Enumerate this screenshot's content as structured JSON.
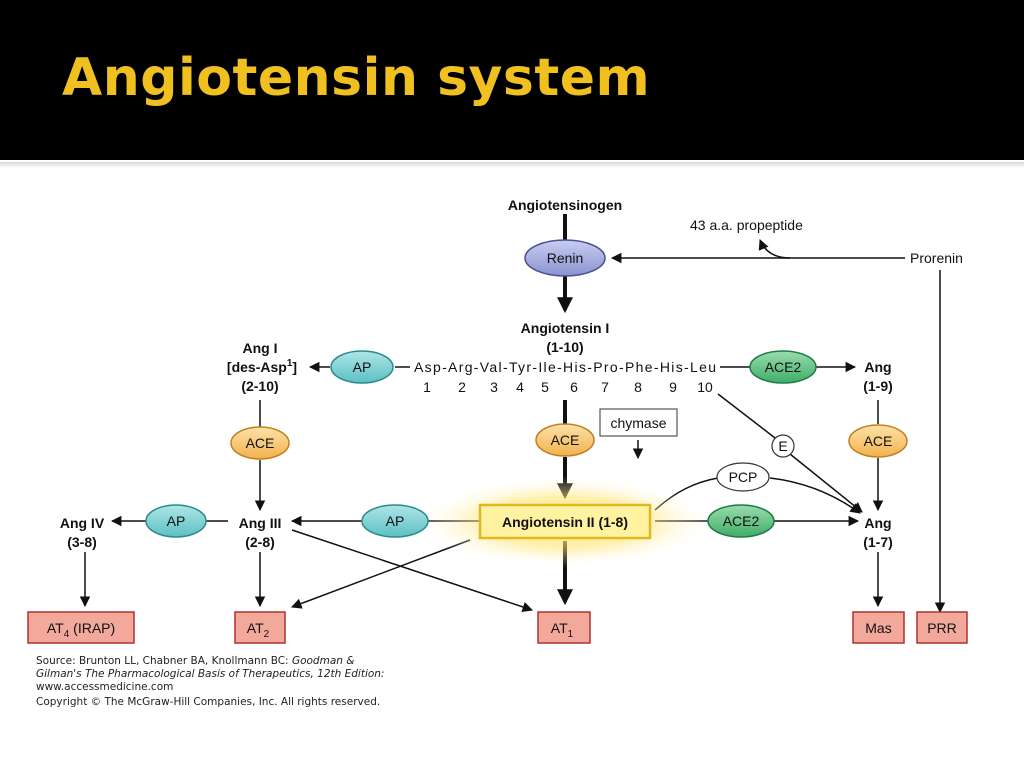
{
  "slide": {
    "title": "Angiotensin system"
  },
  "diagram": {
    "nodes": {
      "angiotensinogen": "Angiotensinogen",
      "propeptide": "43 a.a. propeptide",
      "prorenin": "Prorenin",
      "angiotensin_i": "Angiotensin I",
      "angiotensin_i_range": "(1-10)",
      "sequence": "Asp-Arg-Val-Tyr-Ile-His-Pro-Phe-His-Leu",
      "positions": [
        "1",
        "2",
        "3",
        "4",
        "5",
        "6",
        "7",
        "8",
        "9",
        "10"
      ],
      "ang_i_des_l1": "Ang I",
      "ang_i_des_l2": "[des-Asp",
      "ang_i_des_sup": "1",
      "ang_i_des_close": "]",
      "ang_i_des_l3": "(2-10)",
      "ang_19_l1": "Ang",
      "ang_19_l2": "(1-9)",
      "angiotensin_ii": "Angiotensin II (1-8)",
      "ang_iii_l1": "Ang III",
      "ang_iii_l2": "(2-8)",
      "ang_iv_l1": "Ang IV",
      "ang_iv_l2": "(3-8)",
      "ang_17_l1": "Ang",
      "ang_17_l2": "(1-7)"
    },
    "enzymes": {
      "renin": "Renin",
      "ap_left": "AP",
      "ace2_top": "ACE2",
      "ace_left": "ACE",
      "ace_center": "ACE",
      "ace_right": "ACE",
      "chymase": "chymase",
      "e": "E",
      "pcp": "PCP",
      "ap_iv": "AP",
      "ap_iii": "AP",
      "ace2_bottom": "ACE2"
    },
    "receptors": {
      "at4_a": "AT",
      "at4_sub": "4",
      "at4_b": " (IRAP)",
      "at2_a": "AT",
      "at2_sub": "2",
      "at1_a": "AT",
      "at1_sub": "1",
      "mas": "Mas",
      "prr": "PRR"
    },
    "colors": {
      "renin_fill": "#9fa6d8",
      "ap_fill": "#7fd0d0",
      "ace2_fill": "#5fbf7f",
      "ace_fill": "#f7c36a",
      "receptor_fill": "#f0a898",
      "receptor_stroke": "#b03030",
      "highlight_fill": "#fff4a8",
      "highlight_stroke": "#e8c020"
    }
  },
  "source": {
    "line1a": "Source: Brunton LL, Chabner BA, Knollmann BC: ",
    "line1b": "Goodman &",
    "line2": "Gilman's The Pharmacological Basis of Therapeutics, 12th Edition:",
    "line3": "www.accessmedicine.com",
    "line4": "Copyright © The McGraw-Hill Companies, Inc. All rights reserved."
  }
}
